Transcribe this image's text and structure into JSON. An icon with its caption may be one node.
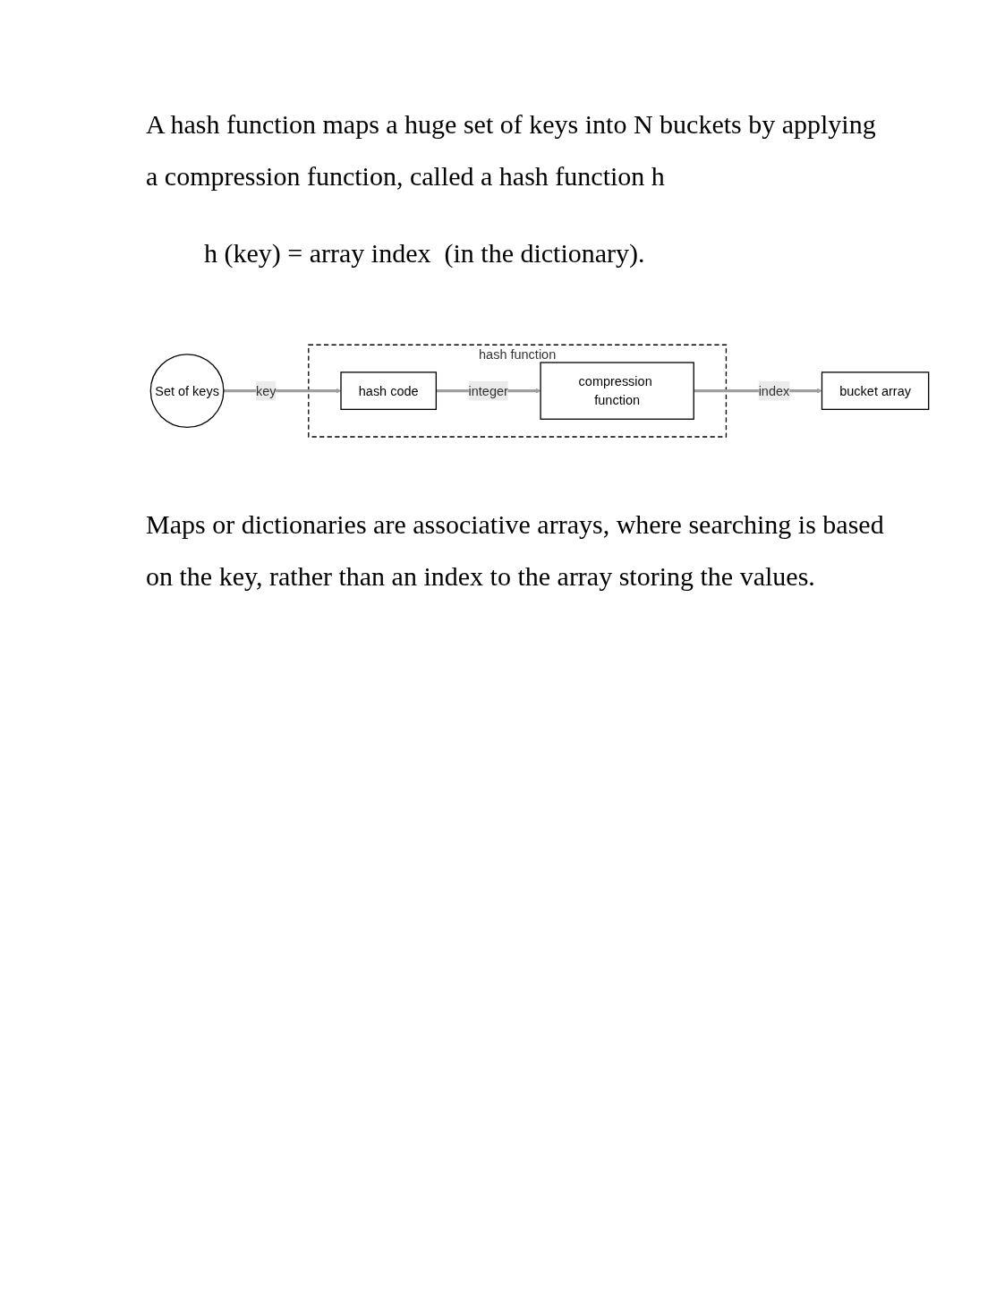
{
  "diagram": {
    "nodes": [
      {
        "text": [
          "Set of keys"
        ]
      },
      {
        "text": [
          "hash function"
        ]
      },
      {
        "text": [
          "hash code"
        ],
        "in": 1
      },
      {
        "text": [
          "compression function"
        ],
        "in": 1
      },
      {
        "text": [
          "bucket array"
        ]
      }
    ],
    "edges": [
      {
        "from": 0,
        "to": 2,
        "arrow": "to",
        "label": "key"
      },
      {
        "from": 2,
        "to": 3,
        "arrow": "to",
        "label": "integer"
      },
      {
        "from": 3,
        "to": 4,
        "arrow": "to",
        "label": "index"
      }
    ],
    "labels": [
      "A hash function maps a huge set of keys into N buckets by applying a compression function, called a hash function h",
      "h (key) = array index  (in the dictionary).",
      "Maps or dictionaries are associative arrays, where searching is based on the key, rather than an index to the array storing the values."
    ]
  }
}
